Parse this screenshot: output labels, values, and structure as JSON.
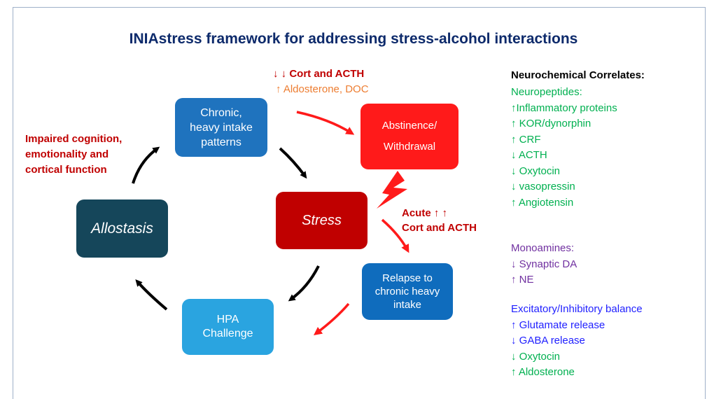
{
  "title": "INIAstress framework for addressing stress-alcohol interactions",
  "nodes": {
    "chronic": "Chronic,\nheavy intake\npatterns",
    "abstinence": "Abstinence/\nWithdrawal",
    "stress": "Stress",
    "relapse": "Relapse to\nchronic heavy\nintake",
    "hpa": "HPA\nChallenge",
    "allostasis": "Allostasis"
  },
  "labels": {
    "cort_down": "↓ ↓ Cort and ACTH",
    "aldosterone_doc": "↑ Aldosterone, DOC",
    "impaired": "Impaired cognition,\nemotionality and\ncortical function",
    "acute": "Acute ↑ ↑\nCort and ACTH"
  },
  "colors": {
    "title": "#0d2a6b",
    "chronic": "#1f73be",
    "abstinence": "#ff1a1a",
    "stress": "#c00000",
    "relapse": "#0f6cbd",
    "hpa": "#2aa4e0",
    "allostasis": "#15465a",
    "red_text": "#c00000",
    "orange_text": "#ed7d31",
    "green_text": "#00b050",
    "purple_text": "#7030a0",
    "blue_text": "#1f1fff"
  },
  "neurochemical": {
    "heading": "Neurochemical Correlates:",
    "neuropeptides": {
      "title": "Neuropeptides:",
      "items": [
        "↑Inflammatory proteins",
        "↑ KOR/dynorphin",
        "↑ CRF",
        "↓ ACTH",
        "↓ Oxytocin",
        "↓ vasopressin",
        "↑ Angiotensin"
      ]
    },
    "monoamines": {
      "title": "Monoamines:",
      "items": [
        "↓ Synaptic DA",
        "↑ NE"
      ]
    },
    "excitatory": {
      "title": "Excitatory/Inhibitory balance",
      "items_blue": [
        "↑ Glutamate release",
        "↓ GABA release"
      ],
      "items_green": [
        "↓ Oxytocin",
        "↑ Aldosterone"
      ]
    }
  }
}
